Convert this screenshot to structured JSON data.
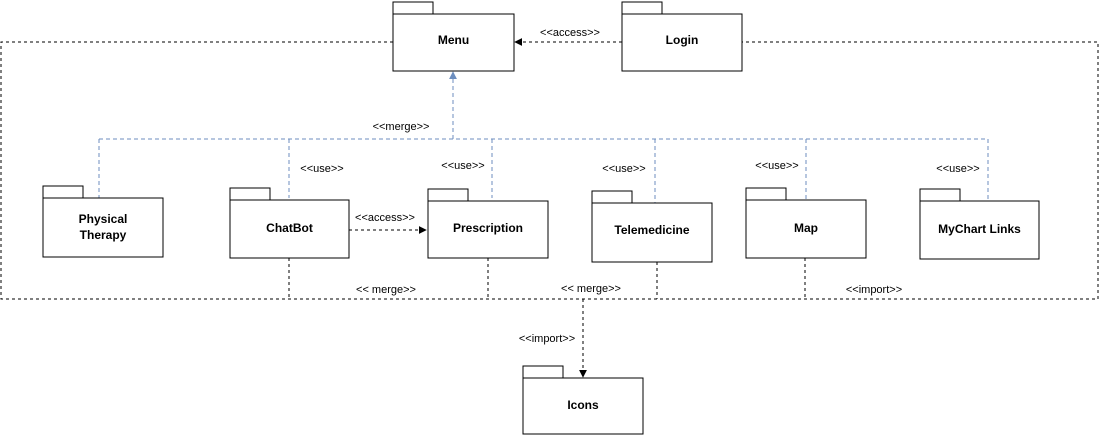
{
  "packages": {
    "menu": "Menu",
    "login": "Login",
    "physical_therapy": [
      "Physical",
      "Therapy"
    ],
    "chatbot": "ChatBot",
    "prescription": "Prescription",
    "telemedicine": "Telemedicine",
    "map": "Map",
    "mychart_links": "MyChart Links",
    "icons": "Icons"
  },
  "relations": {
    "login_to_menu": "<<access>>",
    "modules_to_menu": "<<merge>>",
    "chatbot_use": "<<use>>",
    "prescription_use": "<<use>>",
    "telemedicine_use": "<<use>>",
    "map_use": "<<use>>",
    "mychart_use": "<<use>>",
    "chatbot_to_prescription": "<<access>>",
    "merge_left": "<< merge>>",
    "merge_center": "<< merge>>",
    "import_right": "<<import>>",
    "import_to_icons": "<<import>>"
  },
  "colors": {
    "merge_line": "#6c8ebf",
    "outline": "#000000"
  }
}
